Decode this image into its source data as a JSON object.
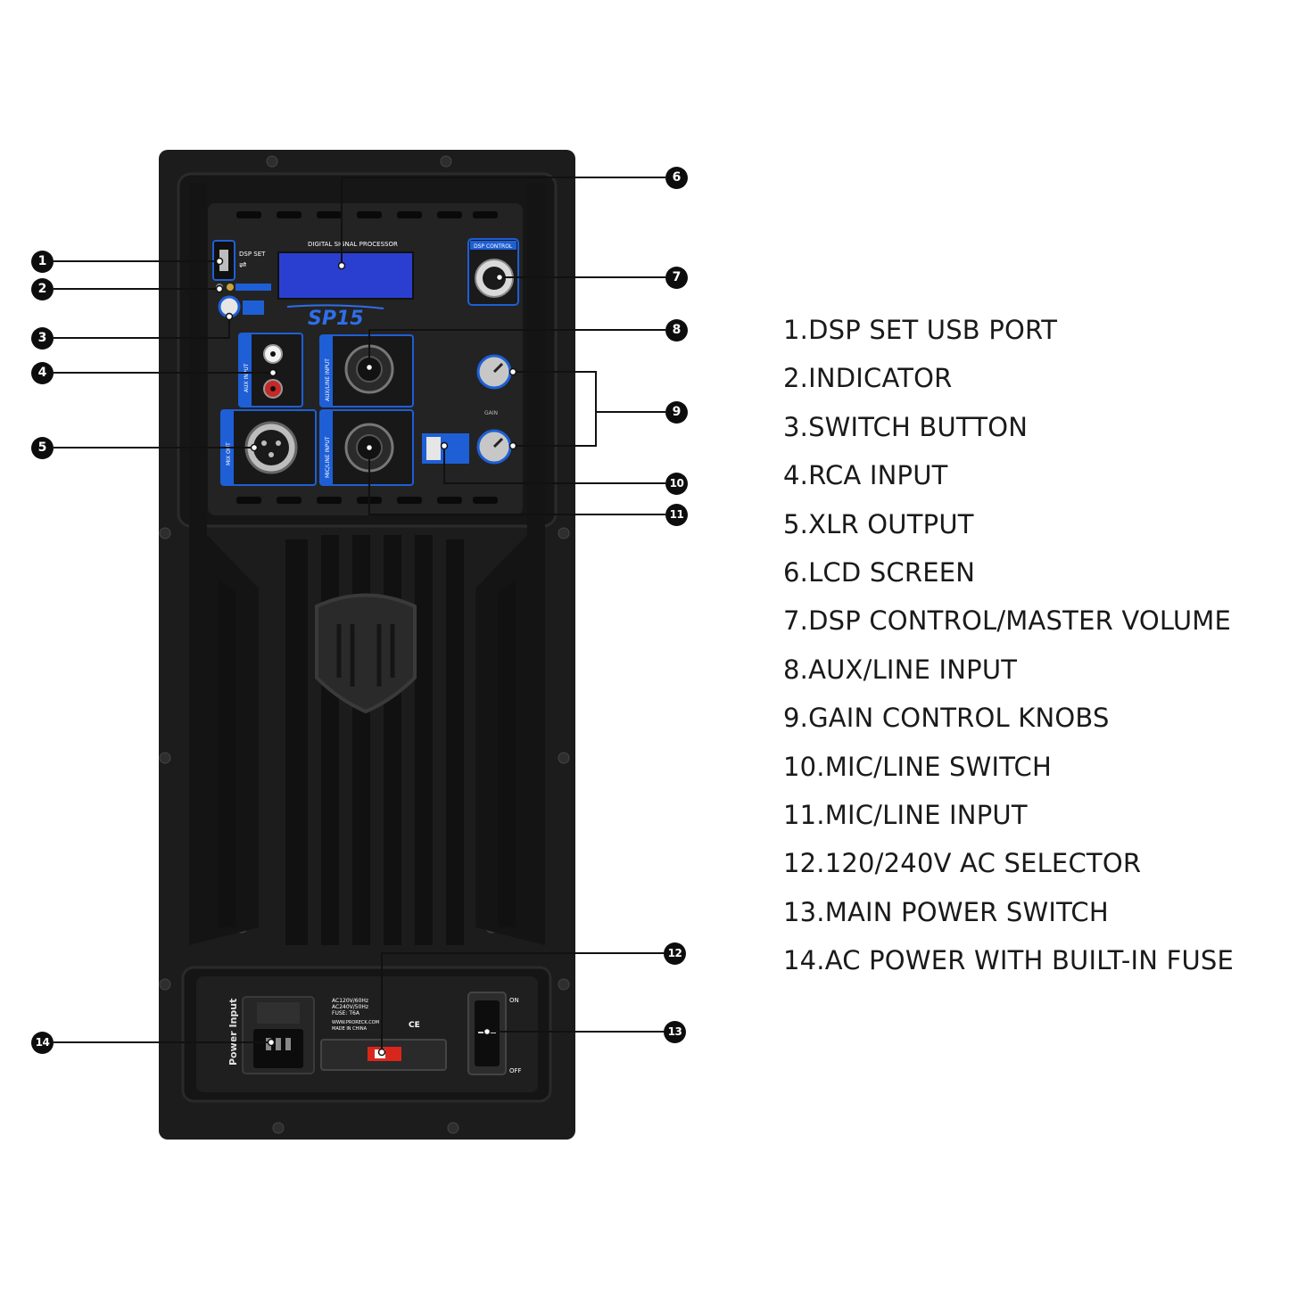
{
  "panel": {
    "dsp_set_label": "DSP SET",
    "lcd_label": "DIGITAL SIGNAL PROCESSOR",
    "brand_logo": "SP15",
    "dsp_control_label": "DSP CONTROL",
    "gain_label": "GAIN",
    "rca_label": "AUX INPUT",
    "aux_line_label": "AUX/LINE INPUT",
    "mic_line_label": "MIC/LINE INPUT",
    "mix_out_label": "MIX OUT",
    "power_input_label": "Power Input",
    "spec_lines": [
      "AC120V/60Hz",
      "AC240V/50Hz",
      "FUSE: T6A"
    ],
    "website": "WWW.PRORECK.COM",
    "made_in": "MADE IN CHINA",
    "ce_mark": "CE",
    "switch_on": "ON",
    "switch_off": "OFF"
  },
  "callouts": [
    {
      "number": "1"
    },
    {
      "number": "2"
    },
    {
      "number": "3"
    },
    {
      "number": "4"
    },
    {
      "number": "5"
    },
    {
      "number": "6"
    },
    {
      "number": "7"
    },
    {
      "number": "8"
    },
    {
      "number": "9"
    },
    {
      "number": "10"
    },
    {
      "number": "11"
    },
    {
      "number": "12"
    },
    {
      "number": "13"
    },
    {
      "number": "14"
    }
  ],
  "legend": [
    "1.DSP SET USB PORT",
    "2.INDICATOR",
    "3.SWITCH BUTTON",
    "4.RCA INPUT",
    "5.XLR OUTPUT",
    "6.LCD SCREEN",
    "7.DSP CONTROL/MASTER VOLUME",
    "8.AUX/LINE INPUT",
    "9.GAIN CONTROL KNOBS",
    "10.MIC/LINE SWITCH",
    "11.MIC/LINE INPUT",
    "12.120/240V AC SELECTOR",
    "13.MAIN POWER SWITCH",
    "14.AC POWER WITH BUILT-IN FUSE"
  ],
  "colors": {
    "panel": "#1c1c1c",
    "panel_dark": "#0f0f0f",
    "accent_blue": "#1e5fd6",
    "lcd_blue": "#2a3fd0",
    "callout": "#0d0d0d",
    "selector_red": "#d9261c"
  }
}
